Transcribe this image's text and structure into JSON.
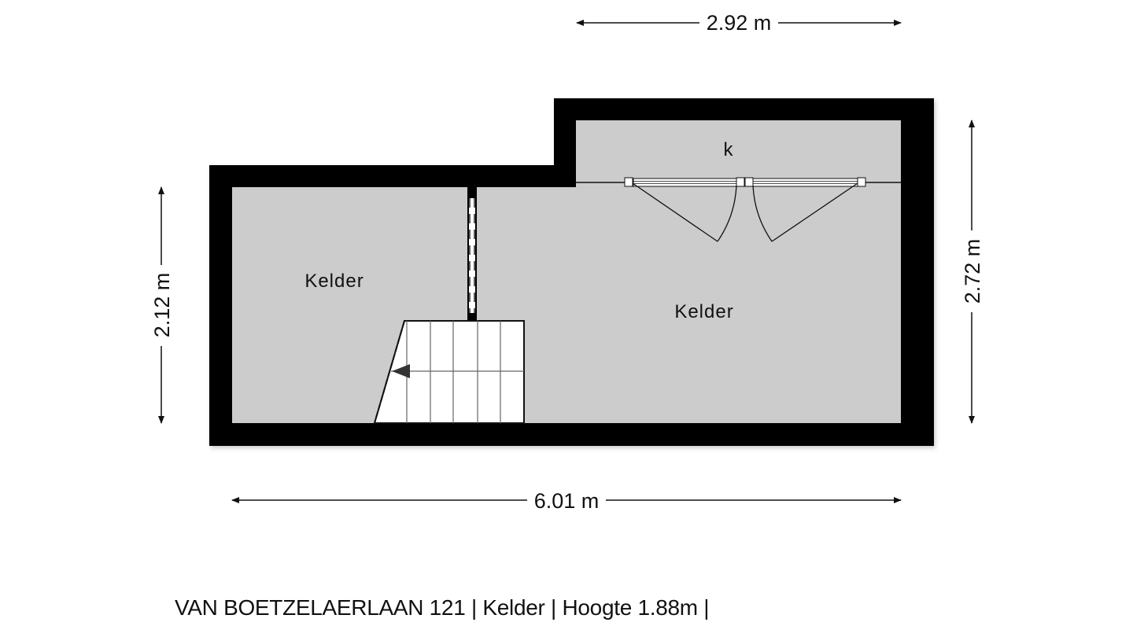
{
  "floorplan": {
    "rooms": [
      {
        "id": "kelder-left",
        "label": "Kelder"
      },
      {
        "id": "kelder-right",
        "label": "Kelder"
      },
      {
        "id": "kast",
        "label": "k"
      }
    ],
    "dimensions": {
      "top": "2.92 m",
      "bottom": "6.01 m",
      "left": "2.12 m",
      "right": "2.72 m"
    },
    "colors": {
      "wall": "#000000",
      "floor": "#cccccc",
      "background": "#ffffff",
      "stairs": "#ffffff"
    }
  },
  "caption": "VAN BOETZELAERLAAN 121 | Kelder | Hoogte 1.88m |"
}
